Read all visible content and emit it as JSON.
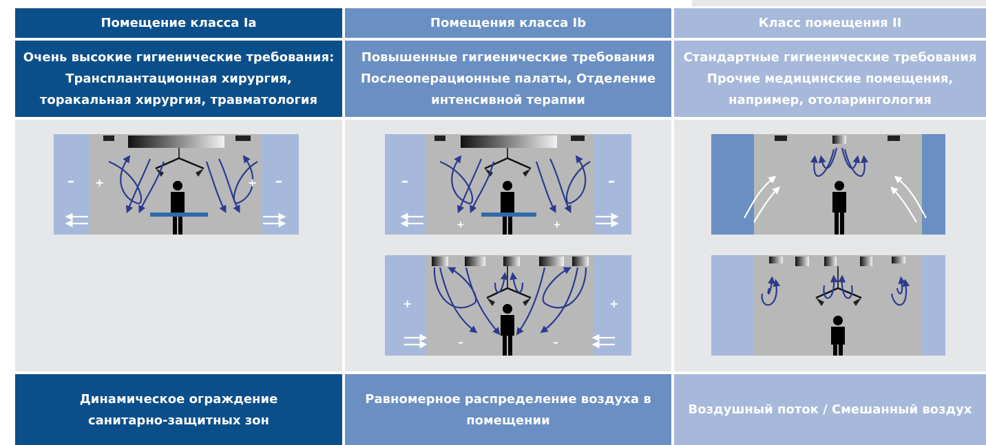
{
  "columns": [
    {
      "header": "Помещение класса Ia",
      "description": "Очень высокие гигиенические требования:\nТрансплантационная хирургия,\nторакальная хирургия, травматология",
      "footer": "Динамическое ограждение\nсанитарно-защитных зон",
      "diagram_signs": [
        "–",
        "+",
        "+",
        "–"
      ]
    },
    {
      "header": "Помещения класса Ib",
      "description": "Повышенные гигиенические требования\nПослеоперационные палаты, Отделение\nинтенсивной терапии",
      "footer": "Равномерное распределение воздуха в\nпомещении",
      "diagram_signs_top": [
        "–",
        "+",
        "+",
        "–"
      ],
      "diagram_signs_bottom": [
        "+",
        "–",
        "–",
        "+"
      ]
    },
    {
      "header": "Класс помещения II",
      "description": "Стандартные гигиенические требования\nПрочие медицинские помещения,\nнапример, отоларингология",
      "footer": "Воздушный поток / Смешанный воздух"
    }
  ],
  "colors": {
    "class_ia": "#0b4f8a",
    "class_ib": "#6a8fc2",
    "class_ii": "#a7b9da",
    "background": "#e6e7e9",
    "room": "#b8b8b8",
    "flow_arrow": "#2b3a8f"
  }
}
